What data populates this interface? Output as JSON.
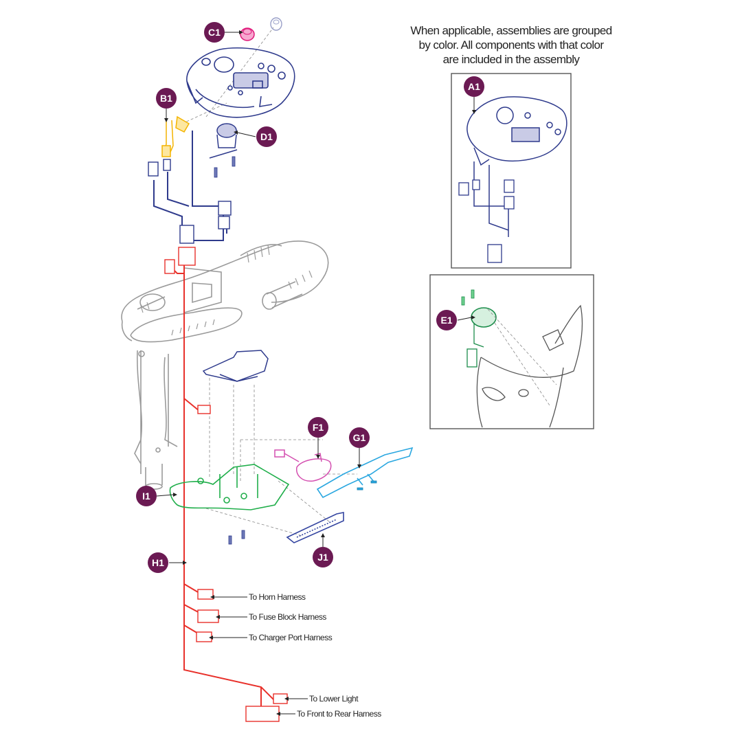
{
  "note": {
    "line1": "When applicable, assemblies are grouped",
    "line2": "by color. All components with that color",
    "line3": "are included in the assembly"
  },
  "callouts": {
    "a1": "A1",
    "b1": "B1",
    "c1": "C1",
    "d1": "D1",
    "e1": "E1",
    "f1": "F1",
    "g1": "G1",
    "h1": "H1",
    "i1": "I1",
    "j1": "J1"
  },
  "destinations": {
    "horn": "To Horn Harness",
    "fuse": "To Fuse Block Harness",
    "charger": "To Charger Port Harness",
    "lower_light": "To Lower Light",
    "front_rear": "To Front to Rear Harness"
  },
  "colors": {
    "callout": "#6b1a53",
    "console": "#2e3a8c",
    "switch_yellow": "#f4b400",
    "key_pink": "#e0187a",
    "harness_red": "#e8302a",
    "frame_gray": "#9a9a9a",
    "shroud_green": "#1fae4a",
    "lever_pink": "#d44fb0",
    "lever_blue": "#2aa7e0",
    "light_blue": "#3344a0",
    "inset_gray": "#555555",
    "e1_green": "#1b8c4a"
  }
}
